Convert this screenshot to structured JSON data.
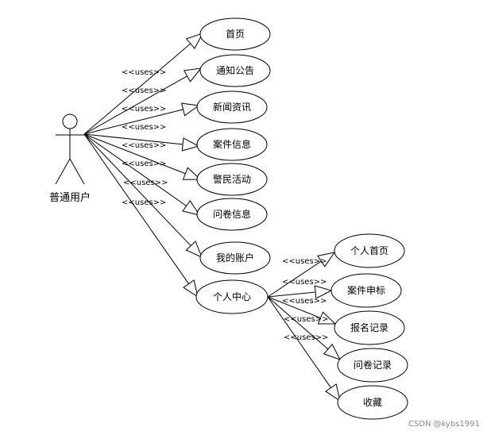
{
  "actor": {
    "label": "普通用户"
  },
  "stereotype": "<<uses>>",
  "use_cases_main": [
    "首页",
    "通知公告",
    "新闻资讯",
    "案件信息",
    "警民活动",
    "问卷信息",
    "我的账户",
    "个人中心"
  ],
  "use_cases_center": [
    "个人首页",
    "案件申标",
    "报名记录",
    "问卷记录",
    "收藏"
  ],
  "watermark": "CSDN @kybs1991",
  "colors": {
    "line": "#000000",
    "background": "#ffffff",
    "watermark": "#8a8a8a"
  }
}
